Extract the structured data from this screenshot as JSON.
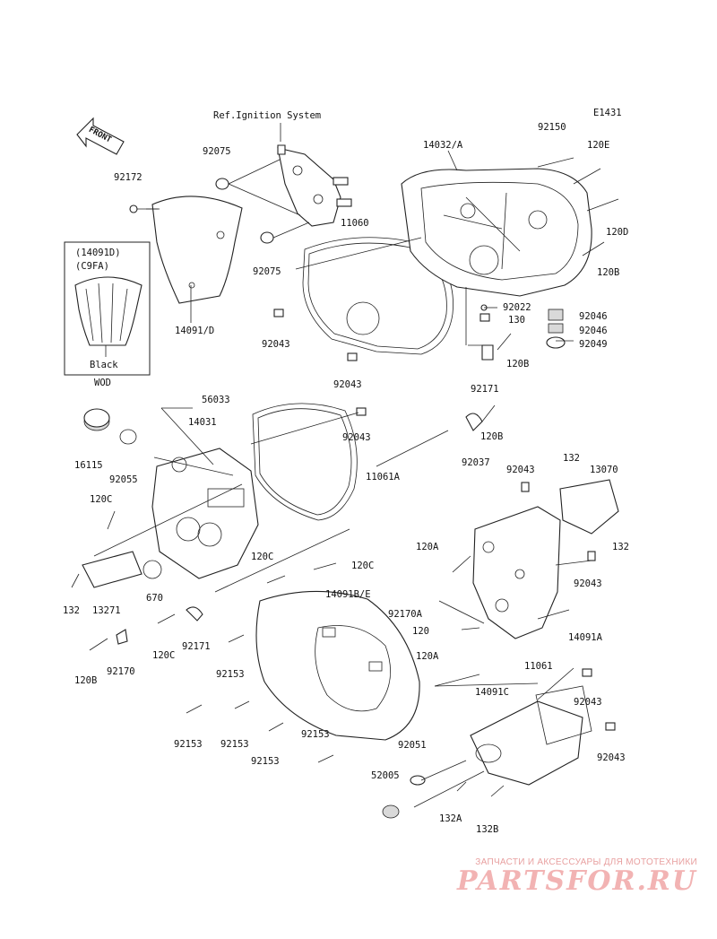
{
  "diagram": {
    "code": "E1431",
    "front_arrow": "FRONT",
    "ref_note": "Ref.Ignition System",
    "inset": {
      "part_label": "(14091D)",
      "color_code": "(C9FA)",
      "color_name": "Black",
      "footer": "WOD"
    },
    "labels": {
      "l92150": "92150",
      "l120E": "120E",
      "l14032A": "14032/A",
      "l92172": "92172",
      "l92075a": "92075",
      "l92075b": "92075",
      "l11060": "11060",
      "l120D": "120D",
      "l120Ba": "120B",
      "l14091D": "14091/D",
      "l92043a": "92043",
      "l92022": "92022",
      "l130": "130",
      "l92046a": "92046",
      "l92046b": "92046",
      "l92049": "92049",
      "l120Bb": "120B",
      "l92043b": "92043",
      "l92171a": "92171",
      "l56033": "56033",
      "l14031": "14031",
      "l92043c": "92043",
      "l120Bc": "120B",
      "l16115": "16115",
      "l92055": "92055",
      "l92037": "92037",
      "l11061A": "11061A",
      "l92043d": "92043",
      "l132a": "132",
      "l13070": "13070",
      "l120Ca": "120C",
      "l132b": "132",
      "l120A1": "120A",
      "l92043e": "92043",
      "l120Cb": "120C",
      "l120Cc": "120C",
      "l132c": "132",
      "l13271": "13271",
      "l670": "670",
      "l14091BE": "14091B/E",
      "l92170A": "92170A",
      "l120": "120",
      "l14091A": "14091A",
      "l120Cd": "120C",
      "l92171b": "92171",
      "l120Bd": "120B",
      "l92170": "92170",
      "l92153a": "92153",
      "l120A2": "120A",
      "l11061": "11061",
      "l14091C": "14091C",
      "l92043f": "92043",
      "l92153b": "92153",
      "l92153c": "92153",
      "l92153d": "92153",
      "l92153e": "92153",
      "l92051": "92051",
      "l92043g": "92043",
      "l52005": "52005",
      "l132A": "132A",
      "l132B": "132B"
    }
  },
  "watermark": {
    "caption": "ЗАПЧАСТИ И АКСЕССУАРЫ ДЛЯ МОТОТЕХНИКИ",
    "brand": "PARTSFOR.RU"
  }
}
